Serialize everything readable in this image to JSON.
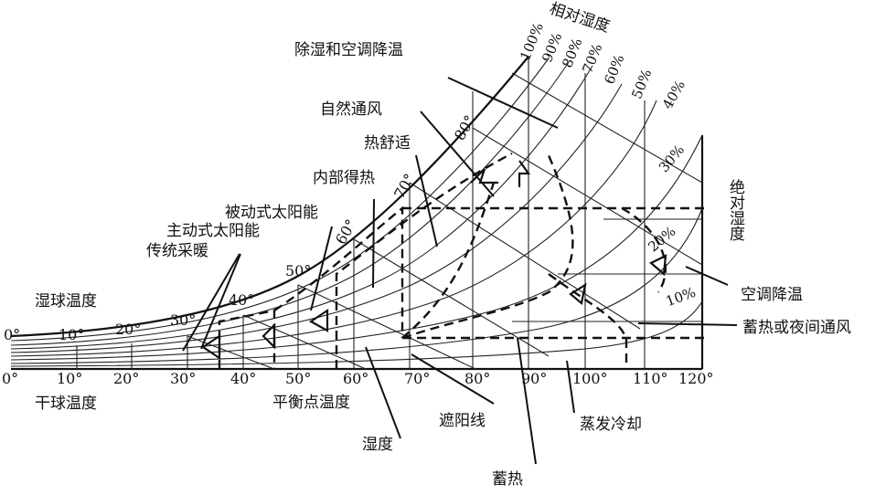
{
  "diagram": {
    "axis": {
      "dry_bulb_label": "干球温度",
      "wet_bulb_label": "湿球温度",
      "dew_point_label": "平衡点温度",
      "relative_humidity_label": "相对湿度",
      "absolute_humidity_label": "绝对湿度",
      "dry_bulb_ticks": [
        "0°",
        "10°",
        "20°",
        "30°",
        "40°",
        "50°",
        "60°",
        "70°",
        "80°",
        "90°",
        "100°",
        "110°",
        "120°"
      ],
      "wet_bulb_ticks": [
        "0°",
        "10°",
        "20°",
        "30°",
        "40°",
        "50°",
        "60°",
        "70°",
        "80°"
      ],
      "rh_ticks": [
        "100%",
        "90%",
        "80%",
        "70%",
        "60%",
        "50%",
        "40%",
        "30%",
        "20%",
        "10%"
      ]
    },
    "zones": {
      "dehumidify": "除湿和空调降温",
      "natural_vent": "自然通风",
      "thermal_comfort": "热舒适",
      "internal_gain": "内部得热",
      "passive_solar": "被动式太阳能",
      "active_solar": "主动式太阳能",
      "conventional_heating": "传统采暖",
      "ac_cooling": "空调降温",
      "thermal_mass_night_vent": "蓄热或夜间通风",
      "humidity": "湿度",
      "shading_line": "遮阳线",
      "evap_cooling": "蒸发冷却",
      "thermal_mass": "蓄热"
    },
    "colors": {
      "ink": "#111111",
      "background": "#ffffff"
    }
  }
}
